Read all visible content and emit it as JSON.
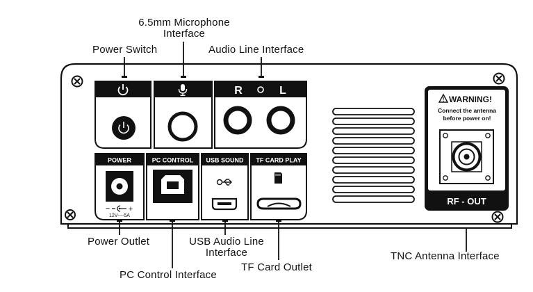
{
  "callouts": {
    "microphone_line1": "6.5mm Microphone",
    "microphone_line2": "Interface",
    "power_switch": "Power Switch",
    "audio_line": "Audio Line Interface",
    "power_outlet": "Power Outlet",
    "usb_audio_line1": "USB Audio Line",
    "usb_audio_line2": "Interface",
    "pc_control": "PC Control Interface",
    "tf_card": "TF Card Outlet",
    "tnc_antenna": "TNC Antenna Interface"
  },
  "panel": {
    "audio_r": "R",
    "audio_l": "L",
    "power_label": "POWER",
    "pc_control_label": "PC CONTROL",
    "usb_sound_label": "USB SOUND",
    "tf_card_play_label": "TF CARD PLAY",
    "power_spec": "12V----5A",
    "polarity_minus": "−",
    "polarity_plus": "+"
  },
  "warning": {
    "title": "WARNING!",
    "line1": "Connect the antenna",
    "line2": "before power on!",
    "rf_out": "RF - OUT"
  },
  "colors": {
    "ink": "#111111",
    "panel_fill": "#ffffff"
  },
  "icons": [
    "power-icon",
    "microphone-icon",
    "usb-icon",
    "sd-card-icon",
    "screw-icon",
    "warning-triangle-icon"
  ]
}
